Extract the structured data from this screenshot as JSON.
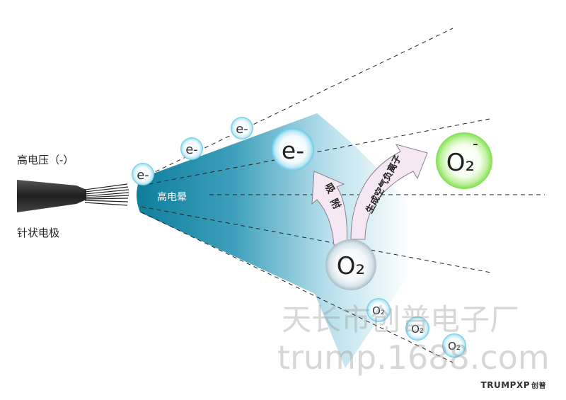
{
  "labels": {
    "high_voltage": "高电压（-）",
    "needle_electrode": "针状电极",
    "corona": "高电晕",
    "adsorb_1": "吸",
    "adsorb_2": "附",
    "generate": "生成空气负离子"
  },
  "particles": {
    "electron": "e-",
    "oxygen": "O₂",
    "negative_oxygen": "O₂",
    "negative_sign": "-"
  },
  "watermark": {
    "line1": "天长市创普电子厂",
    "line2": "trump.1688.com"
  },
  "brand": {
    "name": "TRUMPXP",
    "chinese": "创普"
  },
  "colors": {
    "corona_dark": "#0e7f9d",
    "corona_light": "#ffffff",
    "electrode": "#333333",
    "bubble_blue": "#63c9e8",
    "bubble_green": "#7ee04e",
    "arrow_fill": "#f6e8f3"
  }
}
